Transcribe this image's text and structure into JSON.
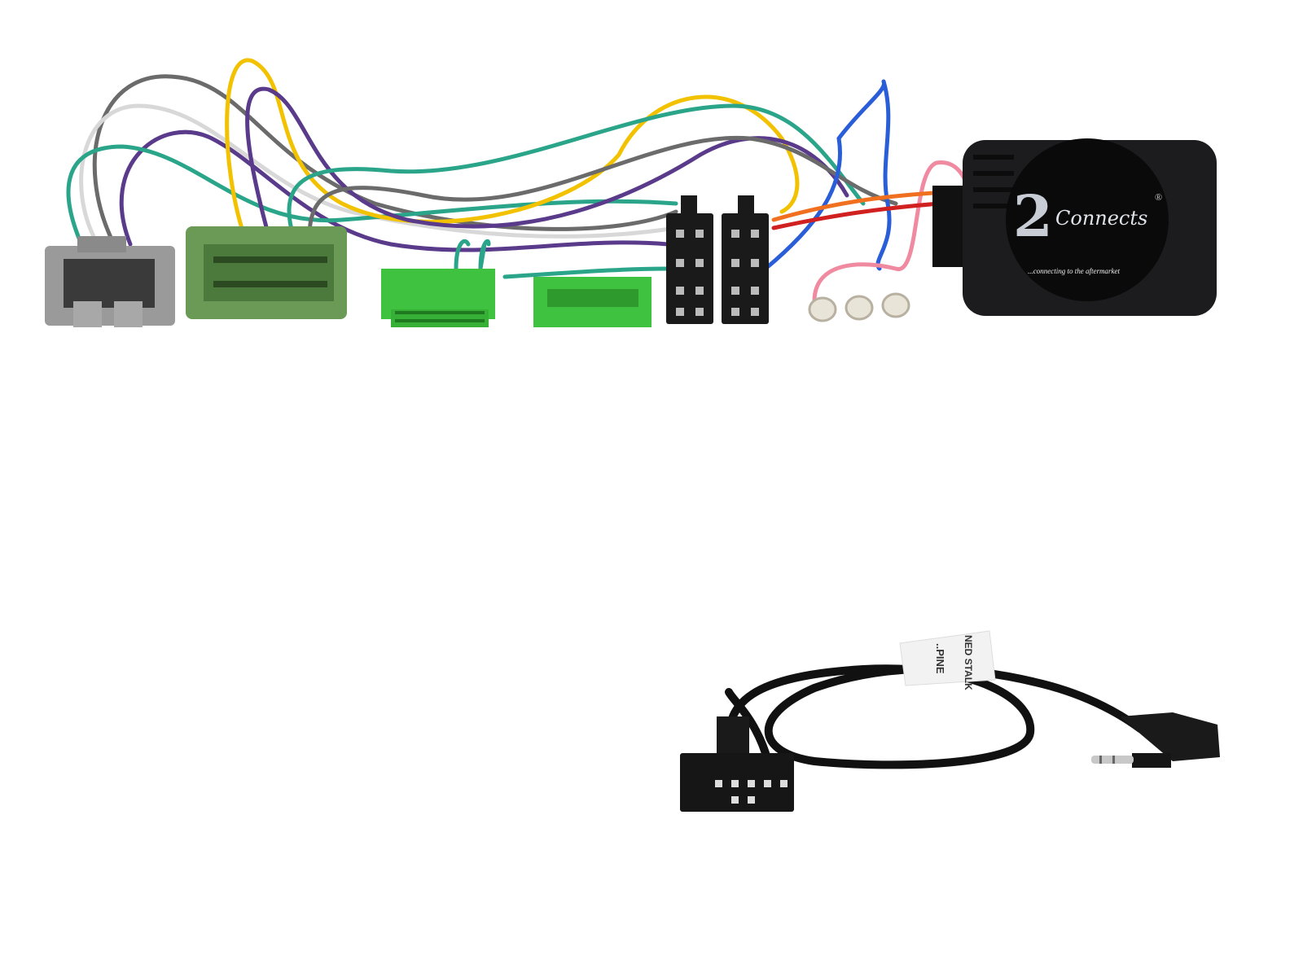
{
  "product": {
    "module": {
      "logo_digit": "2",
      "logo_word": "Connects",
      "registered_mark": "®",
      "tagline": "...connecting to the aftermarket"
    },
    "cable_label": {
      "line1": "..PINE",
      "line2": "NED STALK"
    }
  },
  "colors": {
    "background": "#ffffff",
    "module": "#1c1c1e",
    "green_connector": "#3fc23f",
    "olive_connector": "#6a9a55",
    "grey_connector": "#9a9a9a",
    "iso_connector": "#1a1a1a",
    "wire_yellow": "#f2c200",
    "wire_purple": "#5a3a8a",
    "wire_green": "#2aa58a",
    "wire_grey": "#6b6b6b",
    "wire_blue": "#2a5ed8",
    "wire_pink": "#f08aa0",
    "wire_orange": "#f07020",
    "cable_black": "#111111"
  }
}
